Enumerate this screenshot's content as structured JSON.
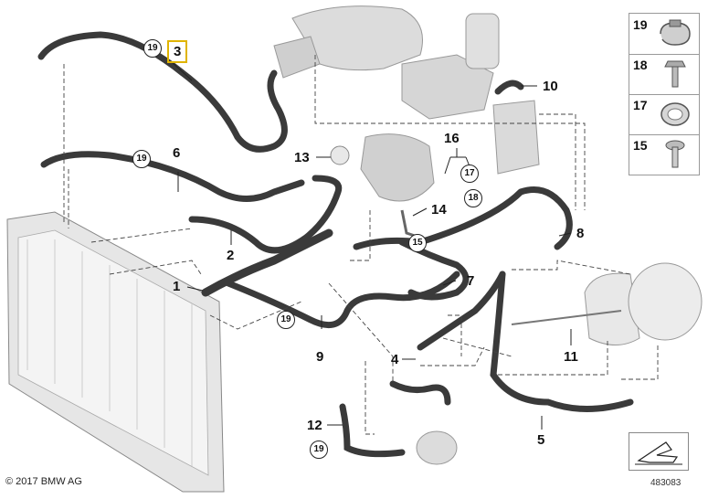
{
  "callouts": {
    "c1": "1",
    "c2": "2",
    "c3": "3",
    "c4": "4",
    "c5": "5",
    "c6": "6",
    "c7": "7",
    "c8": "8",
    "c9": "9",
    "c10": "10",
    "c11": "11",
    "c12": "12",
    "c13": "13",
    "c14": "14",
    "c16": "16"
  },
  "circled": {
    "r19a": "19",
    "r19b": "19",
    "r19c": "19",
    "r19d": "19",
    "r15": "15",
    "r17": "17",
    "r18": "18"
  },
  "legend": [
    {
      "label": "19",
      "icon": "hose-clamp-open-icon"
    },
    {
      "label": "18",
      "icon": "bolt-icon"
    },
    {
      "label": "17",
      "icon": "hose-clamp-icon"
    },
    {
      "label": "15",
      "icon": "screw-icon"
    }
  ],
  "copyright": "© 2017 BMW AG",
  "document_number": "483083",
  "colors": {
    "hose": "#3a3a3a",
    "part": "#d4d4d4",
    "highlight": "#e0b400",
    "line": "#444444"
  }
}
